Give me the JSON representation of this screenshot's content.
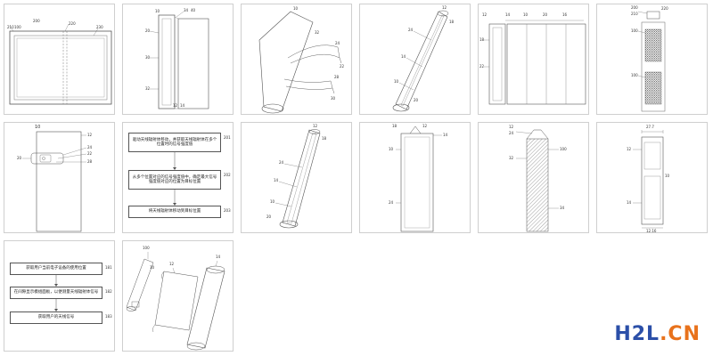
{
  "figures": {
    "fig1": {
      "labels": [
        "200",
        "210",
        "220",
        "230",
        "100"
      ]
    },
    "fig2": {
      "labels": [
        "10",
        "20",
        "30",
        "32",
        "34",
        "40",
        "12",
        "14"
      ]
    },
    "fig3": {
      "labels": [
        "10",
        "32",
        "24",
        "22",
        "28",
        "30"
      ]
    },
    "fig4": {
      "labels": [
        "12",
        "24",
        "14",
        "10",
        "20",
        "18"
      ]
    },
    "fig5": {
      "labels": [
        "12",
        "14",
        "10",
        "20",
        "16",
        "18",
        "22"
      ]
    },
    "fig6": {
      "labels": [
        "200",
        "210",
        "220",
        "100",
        "100"
      ]
    },
    "fig7": {
      "labels": [
        "10",
        "12",
        "24",
        "22",
        "20",
        "28"
      ]
    },
    "fig8": {
      "steps": [
        {
          "num": "201",
          "text": "驱动天线辐射体移动，并获取天线辐射体在多个位置时的信号强度值"
        },
        {
          "num": "202",
          "text": "从多个位置对应的信号强度值中，确定最大信号强度值对应的位置为目标位置"
        },
        {
          "num": "203",
          "text": "将天线辐射体移动到目标位置"
        }
      ]
    },
    "fig9": {
      "labels": [
        "12",
        "24",
        "14",
        "10",
        "20",
        "18"
      ]
    },
    "fig10": {
      "labels": [
        "12",
        "14",
        "10",
        "24",
        "18"
      ]
    },
    "fig11": {
      "labels": [
        "12",
        "24",
        "100",
        "32",
        "34"
      ]
    },
    "fig12": {
      "labels": [
        "27.7",
        "12",
        "14",
        "10",
        "12.16"
      ]
    },
    "fig13": {
      "steps": [
        {
          "num": "181",
          "text": "获取用户当前电子设备的使用位置"
        },
        {
          "num": "182",
          "text": "在间隙显示模组面板，以便测量天线辐射体信号"
        },
        {
          "num": "183",
          "text": "获取用户的天线信号"
        }
      ]
    },
    "fig14": {
      "labels": [
        "100",
        "10",
        "12",
        "14"
      ]
    }
  },
  "watermark": {
    "part_a": "H2L",
    "part_b": ".CN"
  }
}
